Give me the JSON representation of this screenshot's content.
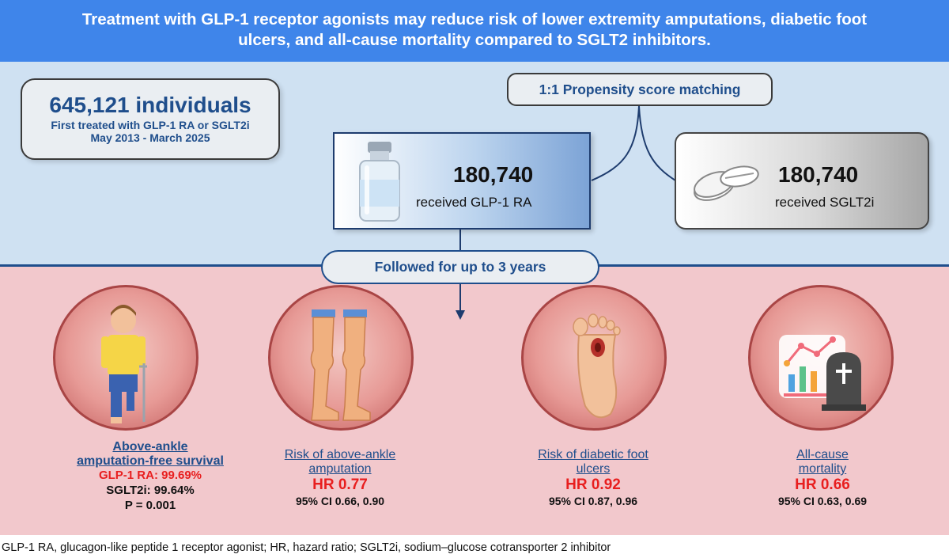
{
  "header": {
    "title_line1": "Treatment with GLP-1 receptor agonists may reduce risk of lower extremity amputations, diabetic foot",
    "title_line2": "ulcers, and all-cause mortality compared to SGLT2 inhibitors."
  },
  "cohort": {
    "total": "645,121 individuals",
    "description": "First treated with GLP-1 RA or SGLT2i",
    "period": "May 2013 - March 2025"
  },
  "matching": {
    "label": "1:1 Propensity score matching"
  },
  "arms": {
    "glp1": {
      "count": "180,740",
      "label": "received GLP-1 RA",
      "icon": "vial-icon"
    },
    "sglt2": {
      "count": "180,740",
      "label": "received SGLT2i",
      "icon": "pills-icon"
    }
  },
  "follow_up": {
    "label": "Followed for up to 3 years"
  },
  "outcomes": [
    {
      "title_line1": "Above-ankle",
      "title_line2": "amputation-free survival",
      "glp1_value": "GLP-1 RA: 99.69%",
      "sglt2_value": "SGLT2i: 99.64%",
      "p_value": "P = 0.001",
      "icon": "amputee-person-icon"
    },
    {
      "title_line1": "Risk of above-ankle",
      "title_line2": "amputation",
      "hr": "HR 0.77",
      "ci": "95% CI 0.66, 0.90",
      "icon": "legs-icon"
    },
    {
      "title_line1": "Risk of diabetic foot",
      "title_line2": "ulcers",
      "hr": "HR 0.92",
      "ci": "95% CI 0.87, 0.96",
      "icon": "foot-ulcer-icon"
    },
    {
      "title_line1": "All-cause",
      "title_line2": "mortality",
      "hr": "HR 0.66",
      "ci": "95% CI 0.63, 0.69",
      "icon": "chart-gravestone-icon"
    }
  ],
  "footnote": "GLP-1 RA, glucagon-like peptide 1 receptor agonist; HR, hazard ratio; SGLT2i, sodium–glucose cotransporter 2 inhibitor",
  "colors": {
    "banner": "#3f85ea",
    "top_background": "#cfe1f2",
    "bottom_background": "#f2c8cc",
    "navy_text": "#1f4e8c",
    "hr_red": "#e81f1f"
  }
}
